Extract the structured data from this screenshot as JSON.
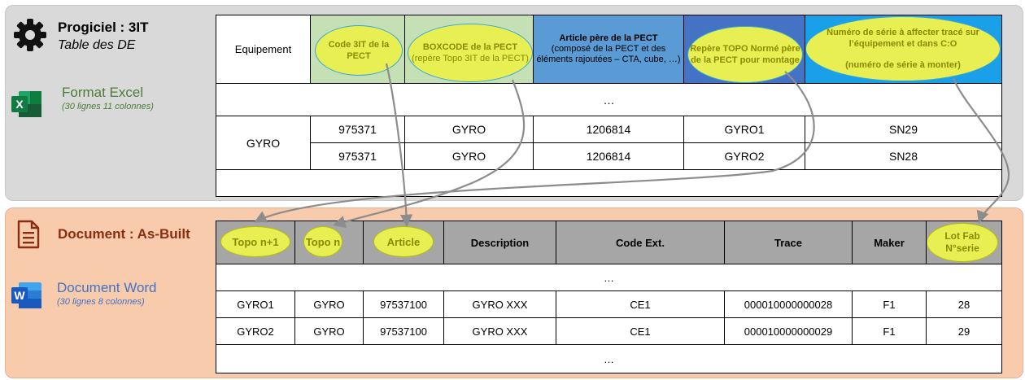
{
  "top": {
    "title": "Progiciel : 3IT",
    "subtitle": "Table des DE",
    "format_title": "Format Excel",
    "format_sub": "(30 lignes 11 colonnes)",
    "icons": [
      "gear-icon",
      "excel-icon"
    ],
    "headers": {
      "equipement": "Equipement",
      "code3it": "Code 3IT de la PECT",
      "boxcode_1": "BOXCODE de la PECT",
      "boxcode_2": "(repère Topo 3IT de la PECT)",
      "article_1": "Article père de la PECT",
      "article_2": "(composé de la PECT et des éléments rajoutées – CTA, cube, …)",
      "repere": "Repère TOPO Normé père de la PECT pour montage",
      "serie_1": "Numéro de série à affecter tracé sur l’équipement et dans C:O",
      "serie_2": "(numéro de série à monter)"
    },
    "ellipsis": "…",
    "group": "GYRO",
    "rows": [
      {
        "code": "975371",
        "boxcode": "GYRO",
        "article": "1206814",
        "repere": "GYRO1",
        "serie": "SN29"
      },
      {
        "code": "975371",
        "boxcode": "GYRO",
        "article": "1206814",
        "repere": "GYRO2",
        "serie": "SN28"
      }
    ]
  },
  "bottom": {
    "title": "Document : As-Built",
    "format_title": "Document Word",
    "format_sub": "(30 lignes 8 colonnes)",
    "icons": [
      "document-icon",
      "word-icon"
    ],
    "headers": {
      "topo_n1": "Topo n+1",
      "topo_n": "Topo n",
      "article": "Article",
      "description": "Description",
      "code_ext": "Code Ext.",
      "trace": "Trace",
      "maker": "Maker",
      "lot_1": "Lot Fab",
      "lot_2": "N°serie"
    },
    "ellipsis": "…",
    "rows": [
      {
        "topo_n1": "GYRO1",
        "topo_n": "GYRO",
        "article": "97537100",
        "description": "GYRO XXX",
        "code_ext": "CE1",
        "trace": "000010000000028",
        "maker": "F1",
        "lot": "28"
      },
      {
        "topo_n1": "GYRO2",
        "topo_n": "GYRO",
        "article": "97537100",
        "description": "GYRO XXX",
        "code_ext": "CE1",
        "trace": "000010000000029",
        "maker": "F1",
        "lot": "29"
      }
    ]
  },
  "colors": {
    "top_panel": "#d9d9d9",
    "bottom_panel": "#f8cbad",
    "oval_fill": "#e8ef52",
    "header_green": "#c5e0b4",
    "header_blue": "#5b9bd5",
    "header_navy": "#4472c4",
    "header_cyan": "#1aa0e8",
    "header_gray": "#a6a6a6",
    "excel_green": "#217346",
    "word_blue": "#2b579a"
  }
}
